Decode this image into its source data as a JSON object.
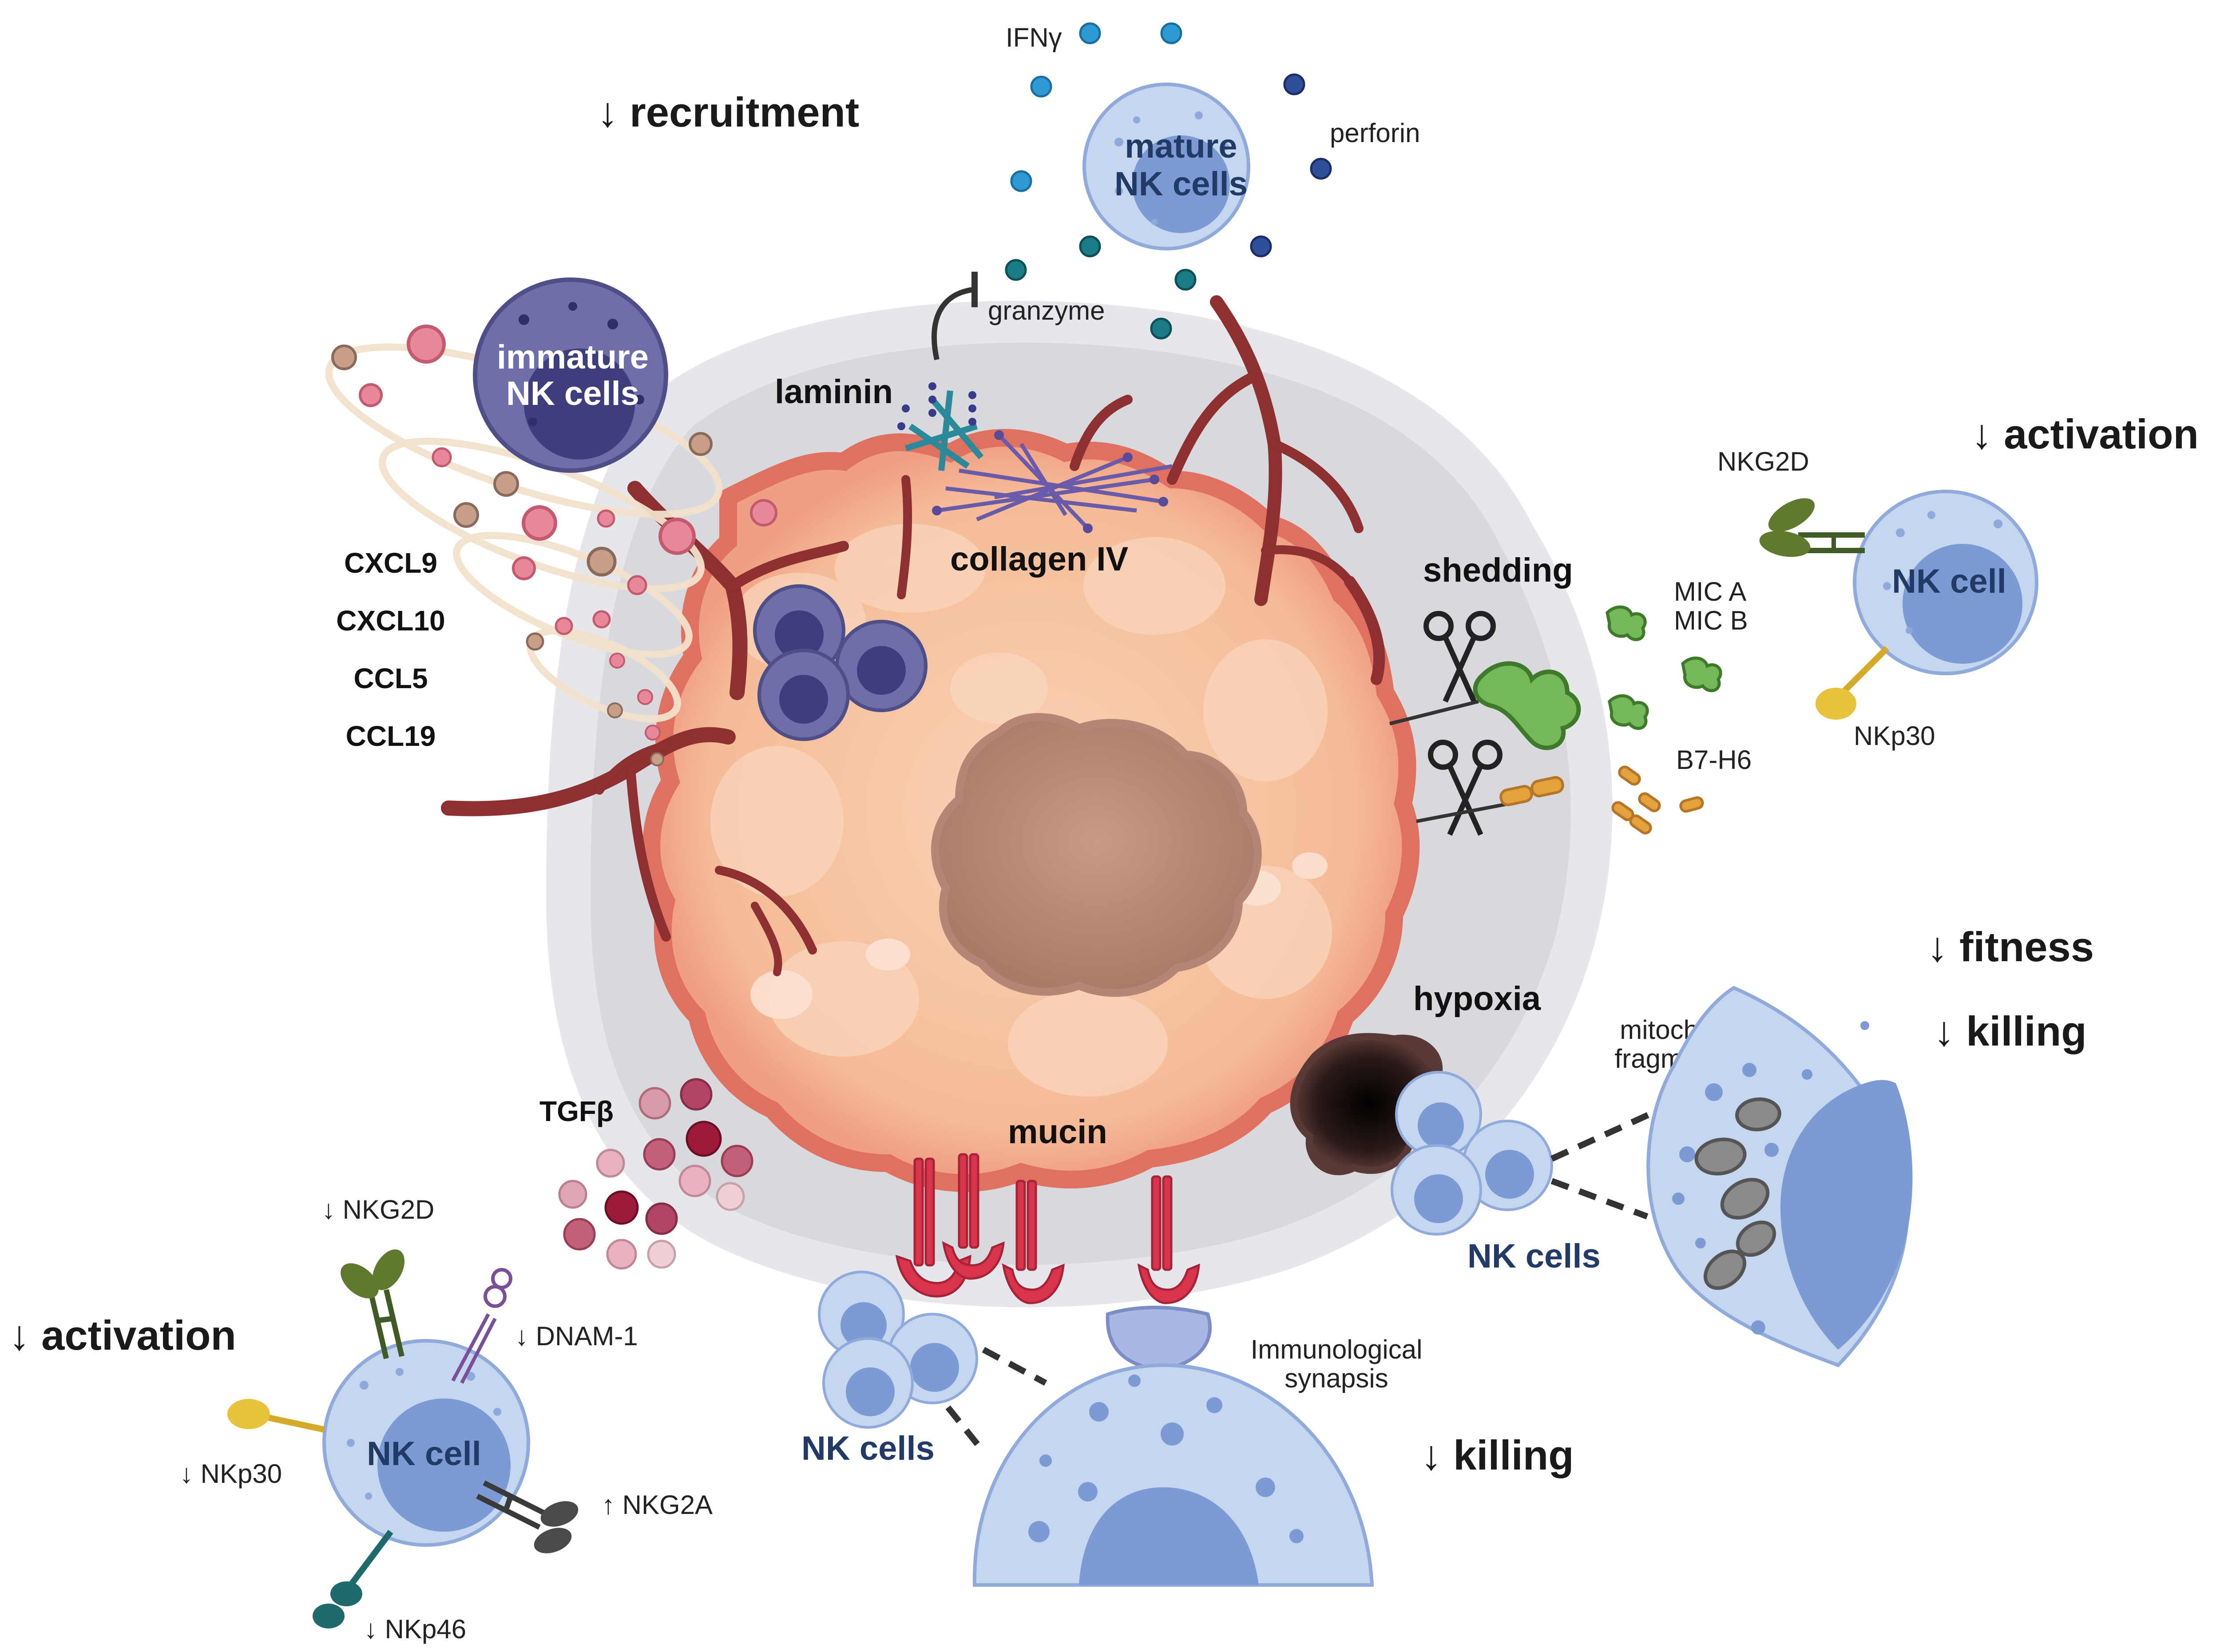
{
  "colors": {
    "halo": "#e6e7ea",
    "tumor_outer": "#e8887a",
    "tumor_inner": "#f6c4a3",
    "nucleus": "#c69380",
    "vessel": "#8e2f31",
    "nk_light": "#b8cdeb",
    "nk_core": "#7c9bd4",
    "nk_label": "#223a66",
    "immature_nk": "#6e6eaa",
    "receptor_green": "#5f7a2e",
    "receptor_yellow": "#e7c23a",
    "receptor_purple": "#7a4f9a",
    "receptor_dark": "#4a4a4a",
    "receptor_teal": "#1f6a6a",
    "mic": "#74b85a",
    "b7h6": "#e3a23b",
    "mucin": "#d8344b",
    "tgfb": "#b24464",
    "chemokine": "#e8889a",
    "chemokine_brown": "#b8907a"
  },
  "labels": {
    "recruitment": "↓ recruitment",
    "ifng": "IFNγ",
    "perforin": "perforin",
    "mature_nk_line1": "mature",
    "mature_nk_line2": "NK cells",
    "granzyme": "granzyme",
    "immature_nk_line1": "immature",
    "immature_nk_line2": "NK cells",
    "laminin": "laminin",
    "collagen": "collagen IV",
    "cxcl9": "CXCL9",
    "cxcl10": "CXCL10",
    "ccl5": "CCL5",
    "ccl19": "CCL19",
    "activation_right": "↓ activation",
    "nkg2d_right": "NKG2D",
    "nk_cell_right": "NK cell",
    "nkp30_right": "NKp30",
    "shedding": "shedding",
    "mica": "MIC A",
    "micb": "MIC B",
    "b7h6": "B7-H6",
    "fitness": "↓ fitness",
    "killing_right": "↓ killing",
    "hypoxia": "hypoxia",
    "mito_line1": "mitochondria",
    "mito_line2": "fragmentation",
    "nk_cells_right": "NK cells",
    "tgfb": "TGFβ",
    "mucin": "mucin",
    "nkg2d_down": "↓ NKG2D",
    "dnam1_down": "↓ DNAM-1",
    "activation_left": "↓ activation",
    "nk_cell_left": "NK cell",
    "nkp30_down": "↓ NKp30",
    "nkg2a_up": "↑ NKG2A",
    "nkp46_down": "↓ NKp46",
    "nk_cells_bottom": "NK cells",
    "synapse_line1": "Immunological",
    "synapse_line2": "synapsis",
    "killing_bottom": "↓ killing"
  }
}
